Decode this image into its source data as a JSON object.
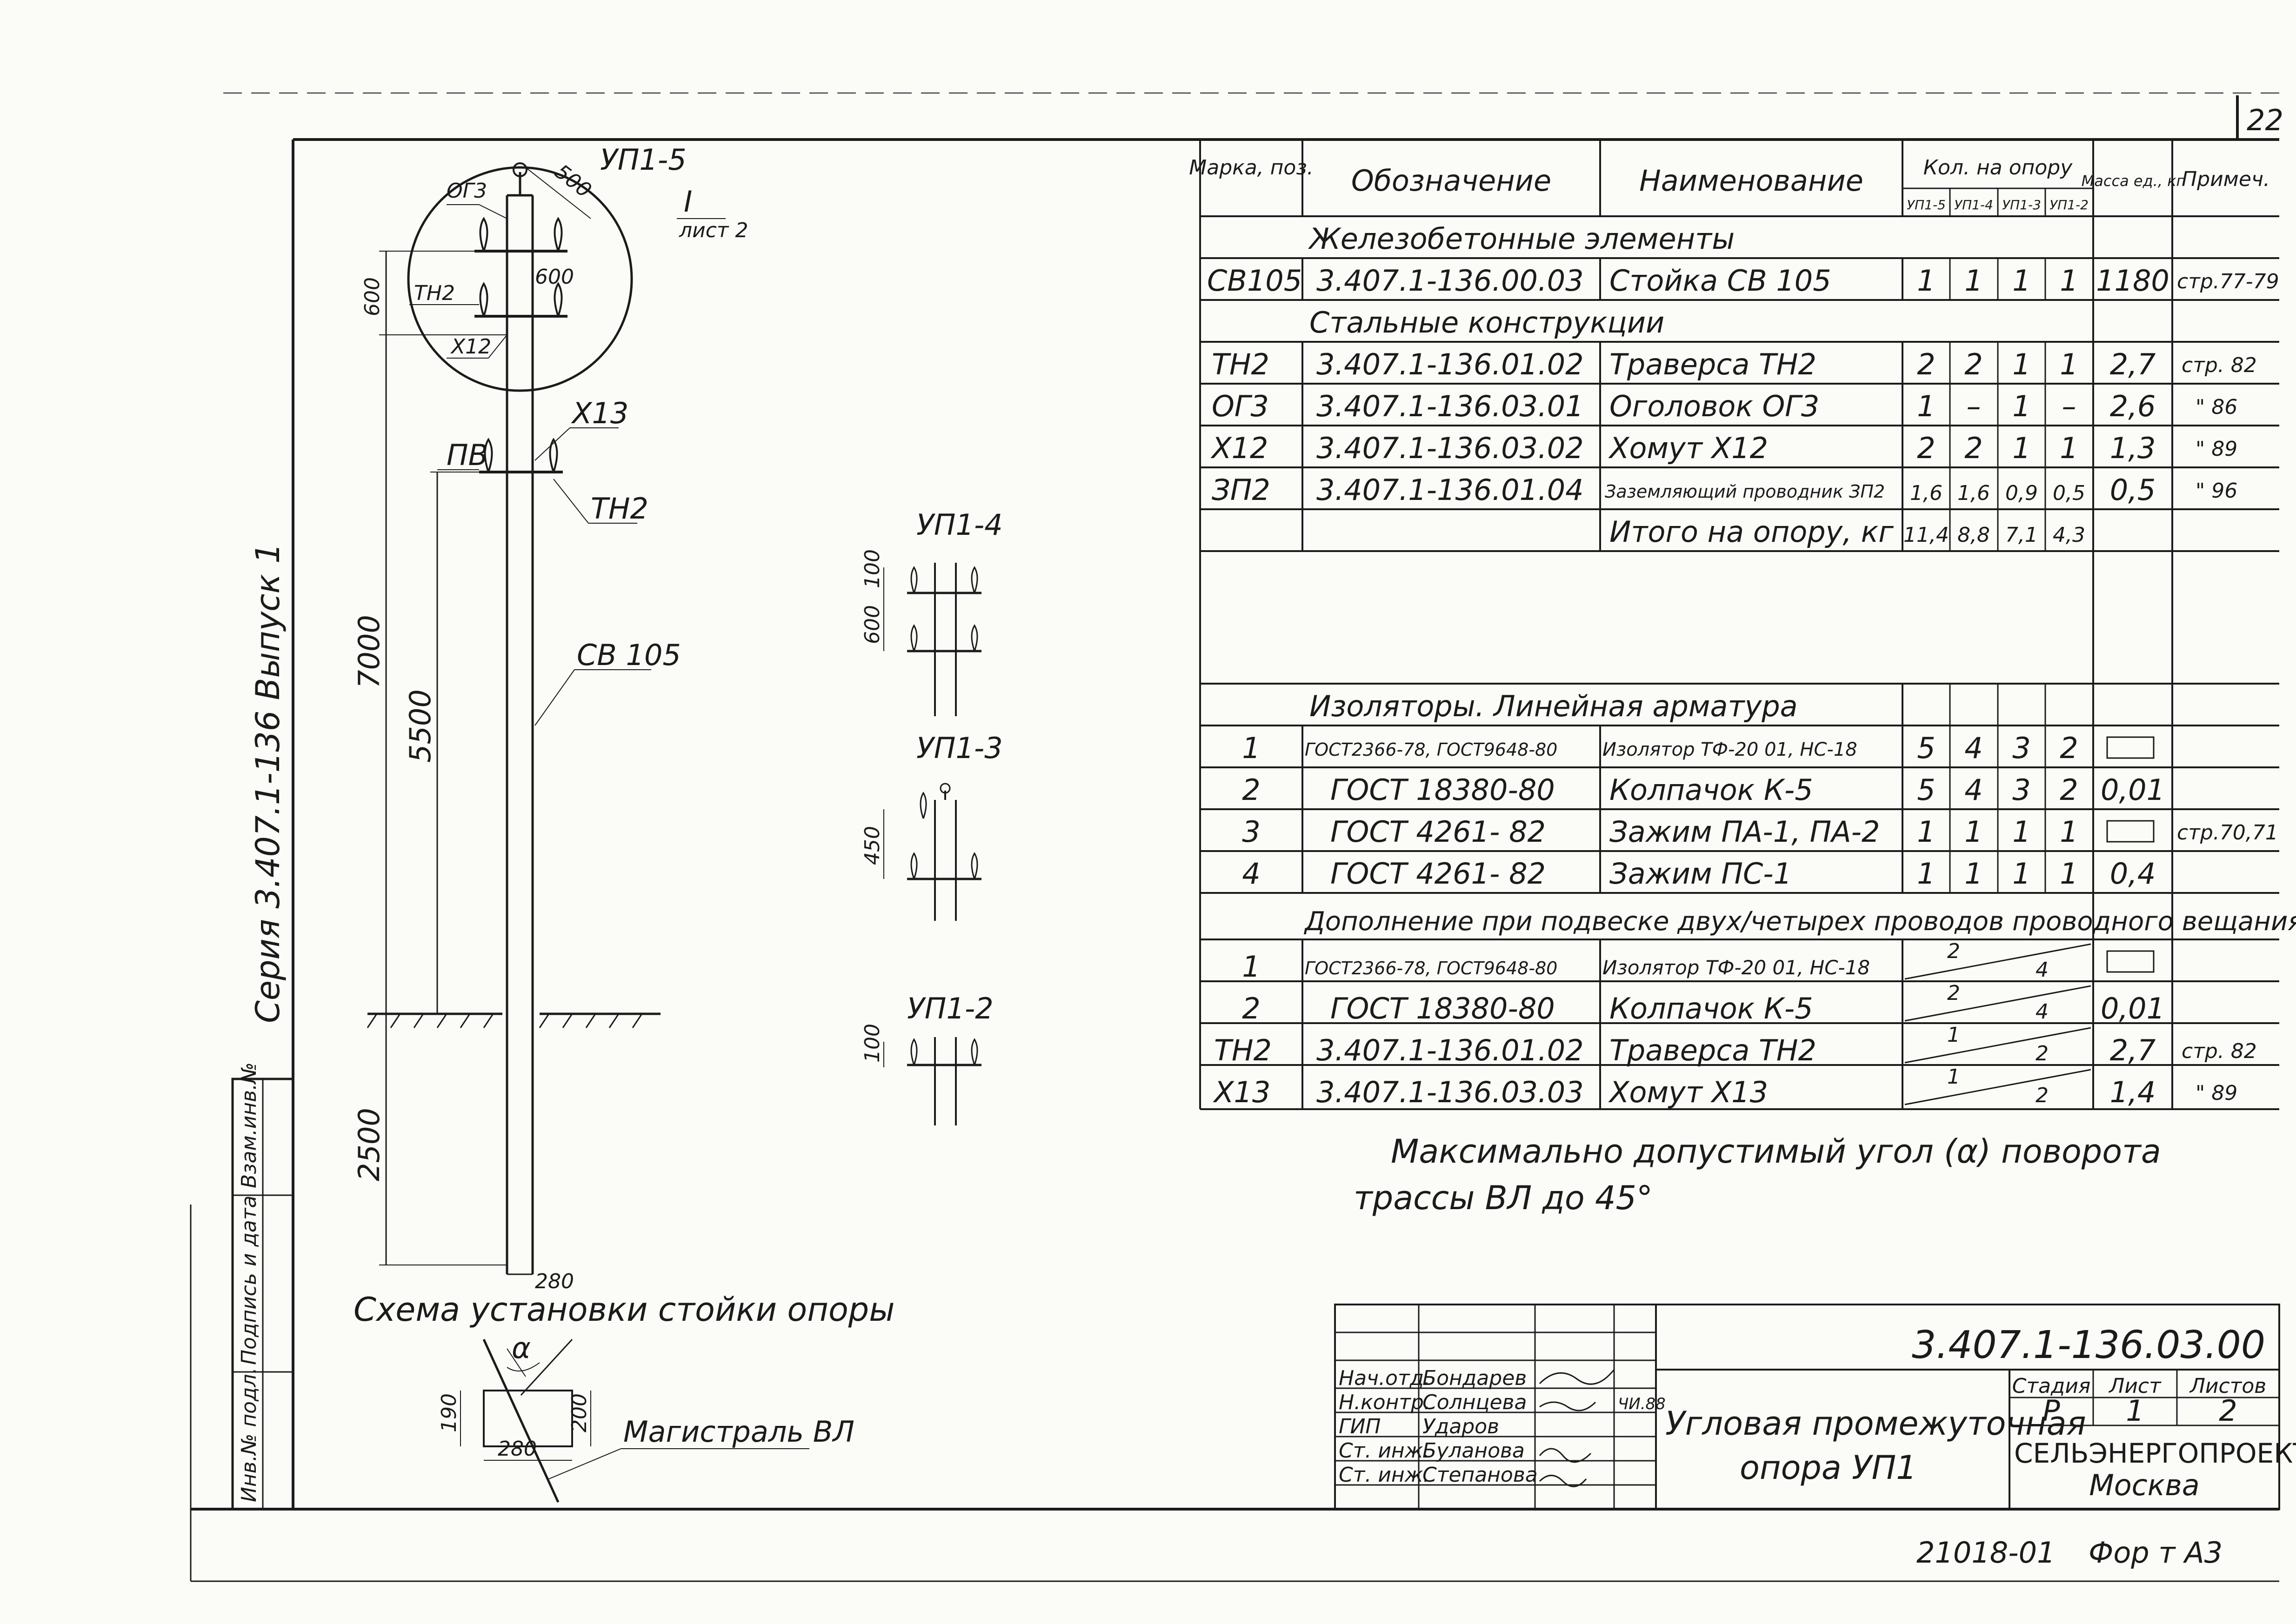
{
  "sheet": {
    "page_no": "22",
    "series_vertical": "Серия 3.407.1-136 Выпуск 1",
    "footer_number": "21018-01",
    "footer_format": "Фор   т А3"
  },
  "left_stamp": [
    "Инв.№ подл.",
    "Подпись и дата",
    "Взам.инв.№"
  ],
  "scheme": {
    "caption": "Схема установки стойки опоры",
    "detail_type": "УП1-5",
    "detail_ref_mark": "I",
    "detail_ref_sheet": "лист 2",
    "labels": {
      "og3": "ОГ3",
      "tn2_top": "ТН2",
      "x12": "Х12",
      "x13": "Х13",
      "pv": "ПВ",
      "tn2_mid": "ТН2",
      "cv105": "СВ 105",
      "magistral": "Магистраль ВЛ",
      "alpha": "α"
    },
    "dims": {
      "d600_left": "600",
      "d500": "500",
      "d600_right": "600",
      "d7000": "7000",
      "d5500": "5500",
      "d2500": "2500",
      "d280_bottom": "280",
      "d190": "190",
      "d200": "200",
      "d280_plan": "280"
    },
    "variants": [
      {
        "label": "УП1-4",
        "dim_a": "100",
        "dim_b": "600"
      },
      {
        "label": "УП1-3",
        "dim_a": "450"
      },
      {
        "label": "УП1-2",
        "dim_a": "100"
      }
    ]
  },
  "spec_table": {
    "headers": {
      "mark": "Марка, поз.",
      "designation": "Обозначение",
      "name": "Наименование",
      "qty": "Кол. на опору",
      "qty_cols": [
        "УП1-5",
        "УП1-4",
        "УП1-3",
        "УП1-2"
      ],
      "mass": "Масса ед., кг",
      "note": "Примеч."
    },
    "sections": [
      {
        "title": "Железобетонные элементы",
        "rows": [
          {
            "mark": "СВ105",
            "designation": "3.407.1-136.00.03",
            "name": "Стойка СВ 105",
            "qty": [
              "1",
              "1",
              "1",
              "1"
            ],
            "mass": "1180",
            "note": "стр.77-79"
          }
        ]
      },
      {
        "title": "Стальные конструкции",
        "rows": [
          {
            "mark": "ТН2",
            "designation": "3.407.1-136.01.02",
            "name": "Траверса ТН2",
            "qty": [
              "2",
              "2",
              "1",
              "1"
            ],
            "mass": "2,7",
            "note": "стр. 82"
          },
          {
            "mark": "ОГ3",
            "designation": "3.407.1-136.03.01",
            "name": "Оголовок ОГ3",
            "qty": [
              "1",
              "–",
              "1",
              "–"
            ],
            "mass": "2,6",
            "note": "\" 86"
          },
          {
            "mark": "Х12",
            "designation": "3.407.1-136.03.02",
            "name": "Хомут Х12",
            "qty": [
              "2",
              "2",
              "1",
              "1"
            ],
            "mass": "1,3",
            "note": "\" 89"
          },
          {
            "mark": "ЗП2",
            "designation": "3.407.1-136.01.04",
            "name": "Заземляющий проводник ЗП2",
            "qty": [
              "1,6",
              "1,6",
              "0,9",
              "0,5"
            ],
            "mass": "0,5",
            "note": "\" 96"
          }
        ]
      }
    ],
    "total": {
      "name": "Итого на опору, кг",
      "qty": [
        "11,4",
        "8,8",
        "7,1",
        "4,3"
      ]
    },
    "insulators": {
      "title": "Изоляторы. Линейная арматура",
      "rows": [
        {
          "mark": "1",
          "designation": "ГОСТ2366-78, ГОСТ9648-80",
          "name": "Изолятор ТФ-20 01, НС-18",
          "qty": [
            "5",
            "4",
            "3",
            "2"
          ],
          "mass": "",
          "note": ""
        },
        {
          "mark": "2",
          "designation": "ГОСТ 18380-80",
          "name": "Колпачок К-5",
          "qty": [
            "5",
            "4",
            "3",
            "2"
          ],
          "mass": "0,01",
          "note": ""
        },
        {
          "mark": "3",
          "designation": "ГОСТ 4261- 82",
          "name": "Зажим ПА-1, ПА-2",
          "qty": [
            "1",
            "1",
            "1",
            "1"
          ],
          "mass": "",
          "note": "стр.70,71"
        },
        {
          "mark": "4",
          "designation": "ГОСТ 4261- 82",
          "name": "Зажим ПС-1",
          "qty": [
            "1",
            "1",
            "1",
            "1"
          ],
          "mass": "0,4",
          "note": ""
        }
      ]
    },
    "addition": {
      "title": "Дополнение при подвеске двух/четырех проводов проводного вещания",
      "rows": [
        {
          "mark": "1",
          "designation": "ГОСТ2366-78, ГОСТ9648-80",
          "name": "Изолятор ТФ-20 01, НС-18",
          "qty_a": "2",
          "qty_b": "4",
          "mass": "",
          "note": ""
        },
        {
          "mark": "2",
          "designation": "ГОСТ 18380-80",
          "name": "Колпачок К-5",
          "qty_a": "2",
          "qty_b": "4",
          "mass": "0,01",
          "note": ""
        },
        {
          "mark": "ТН2",
          "designation": "3.407.1-136.01.02",
          "name": "Траверса ТН2",
          "qty_a": "1",
          "qty_b": "2",
          "mass": "2,7",
          "note": "стр. 82"
        },
        {
          "mark": "Х13",
          "designation": "3.407.1-136.03.03",
          "name": "Хомут Х13",
          "qty_a": "1",
          "qty_b": "2",
          "mass": "1,4",
          "note": "\" 89"
        }
      ]
    }
  },
  "notes": {
    "line1": "Максимально допустимый угол (α) поворота",
    "line2": "трассы ВЛ до 45°"
  },
  "title_block": {
    "code": "3.407.1-136.03.00",
    "people": [
      {
        "role": "Нач.отд.",
        "name": "Бондарев"
      },
      {
        "role": "Н.контр.",
        "name": "Солнцева"
      },
      {
        "role": "ГИП",
        "name": "Ударов"
      },
      {
        "role": "Ст. инж.",
        "name": "Буланова"
      },
      {
        "role": "Ст. инж.",
        "name": "Степанова"
      }
    ],
    "date_label": "ЧИ.88",
    "title_line1": "Угловая промежуточная",
    "title_line2": "опора УП1",
    "stage_label": "Стадия",
    "sheet_label": "Лист",
    "sheets_label": "Листов",
    "stage": "Р",
    "sheet": "1",
    "sheets": "2",
    "org": "СЕЛЬЭНЕРГОПРОЕКТ",
    "city": "Москва"
  }
}
